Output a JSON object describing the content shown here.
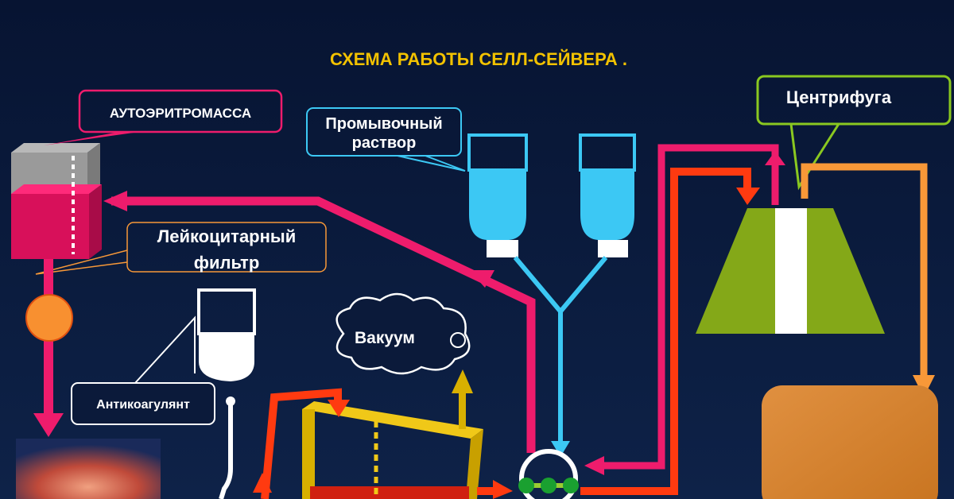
{
  "title": "СХЕМА РАБОТЫ СЕЛЛ-СЕЙВЕРА .",
  "labels": {
    "red_cells": "АУТОЭРИТРОМАССА",
    "wash_line1": "Промывочный",
    "wash_line2": "раствор",
    "filter_line1": "Лейкоцитарный",
    "filter_line2": "фильтр",
    "anticoagulant": "Антикоагулянт",
    "vacuum": "Вакуум",
    "centrifuge": "Центрифуга"
  },
  "colors": {
    "background": "#0b1a3a",
    "title": "#f2c200",
    "pink": "#ee1c6c",
    "cyan": "#3cc8f4",
    "red": "#ff3a10",
    "orange": "#f89838",
    "green": "#84a818",
    "yellow": "#e8b800"
  }
}
